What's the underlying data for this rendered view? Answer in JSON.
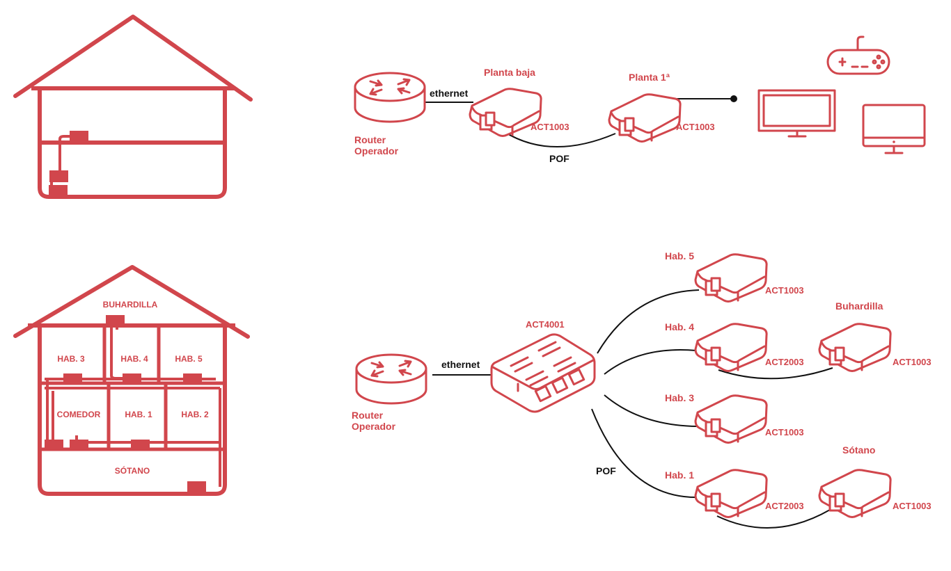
{
  "colors": {
    "accent": "#D1464C",
    "cable": "#111111"
  },
  "top": {
    "router_label_line1": "Router",
    "router_label_line2": "Operador",
    "ethernet_label": "ethernet",
    "pof_label": "POF",
    "node1": {
      "title": "Planta baja",
      "model": "ACT1003"
    },
    "node2": {
      "title": "Planta 1ª",
      "model": "ACT1003"
    },
    "endpoint_icons": [
      "gamepad-icon",
      "tv-icon",
      "desktop-monitor-icon"
    ]
  },
  "bottom": {
    "router_label_line1": "Router",
    "router_label_line2": "Operador",
    "ethernet_label": "ethernet",
    "pof_label": "POF",
    "switch_model": "ACT4001",
    "nodes": [
      {
        "title": "Hab. 5",
        "model": "ACT1003"
      },
      {
        "title": "Hab. 4",
        "model": "ACT2003"
      },
      {
        "title": "Buhardilla",
        "model": "ACT1003"
      },
      {
        "title": "Hab. 3",
        "model": "ACT1003"
      },
      {
        "title": "Hab. 1",
        "model": "ACT2003"
      },
      {
        "title": "Sótano",
        "model": "ACT1003"
      }
    ]
  },
  "house": {
    "rooms": {
      "buhardilla": "BUHARDILLA",
      "hab3": "HAB. 3",
      "hab4": "HAB. 4",
      "hab5": "HAB. 5",
      "comedor": "COMEDOR",
      "hab1": "HAB. 1",
      "hab2": "HAB. 2",
      "sotano": "SÓTANO"
    }
  }
}
